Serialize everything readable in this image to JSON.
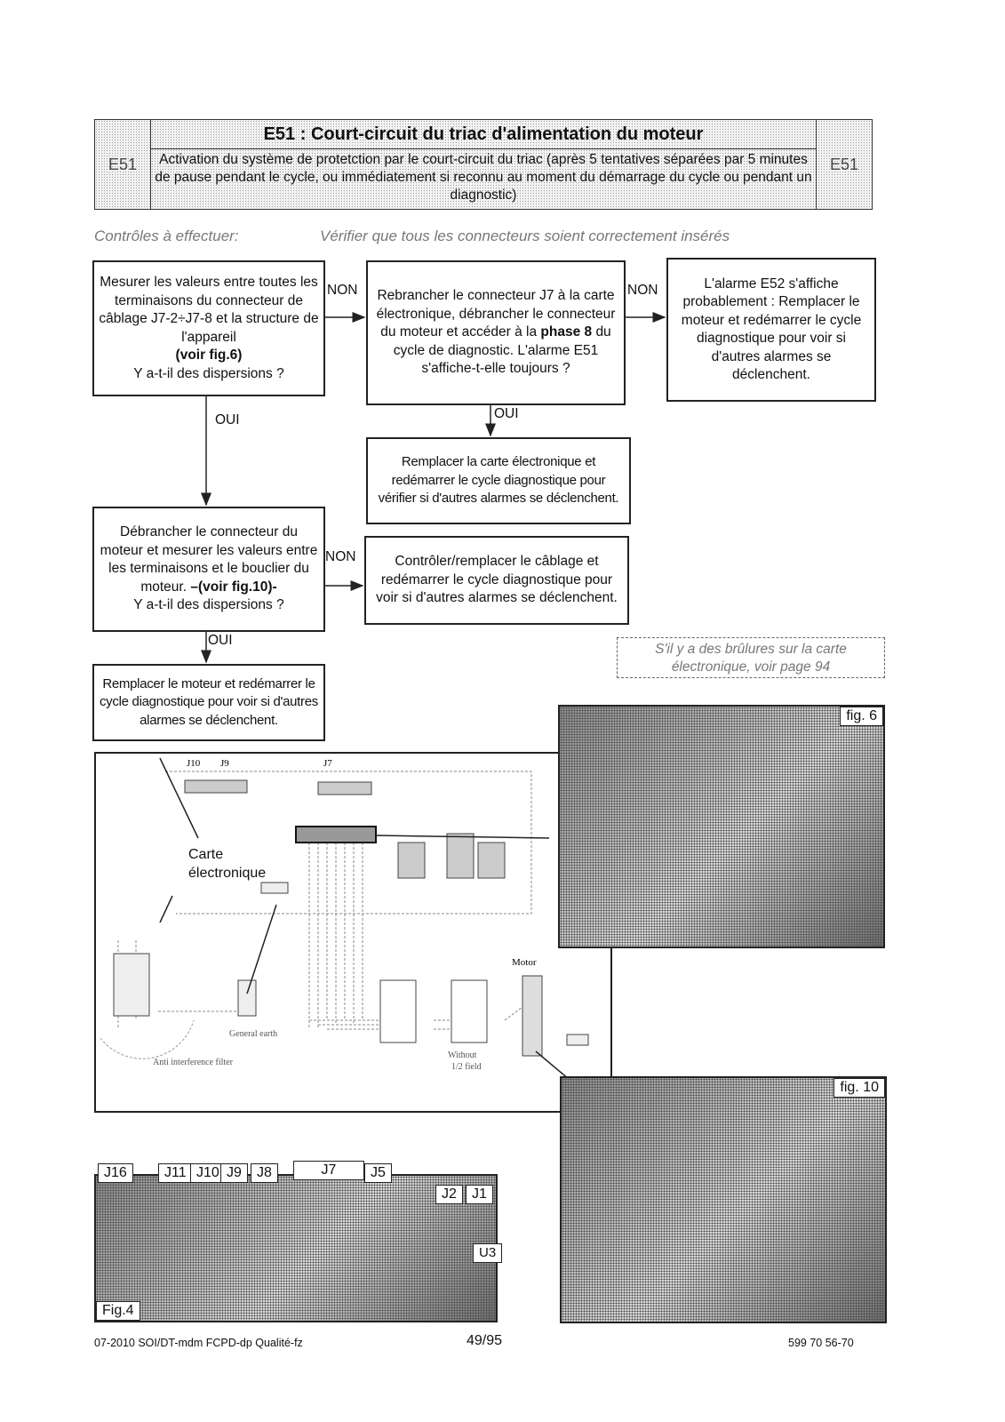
{
  "header": {
    "code_left": "E51",
    "code_right": "E51",
    "title": "E51 : Court-circuit du triac d'alimentation du moteur",
    "description": "Activation du système de protetction par le court-circuit du triac (après 5 tentatives séparées par 5 minutes de pause pendant le cycle, ou immédiatement si reconnu au moment du démarrage du cycle ou pendant un diagnostic)"
  },
  "checks": {
    "label": "Contrôles à effectuer:",
    "instruction": "Vérifier que tous les connecteurs soient correctement insérés"
  },
  "flow": {
    "box1": {
      "text": "Mesurer les valeurs entre toutes les terminaisons du connecteur de câblage J7-2÷J7-8 et la structure de l'appareil",
      "bold": "(voir fig.6)",
      "question": "Y a-t-il des dispersions ?"
    },
    "box2": {
      "pre": "Rebrancher le connecteur J7 à la carte électronique, débrancher le connecteur du moteur et accéder à la",
      "bold": "phase 8",
      "post": "du cycle de diagnostic. L'alarme E51 s'affiche-t-elle toujours ?"
    },
    "box3": "L'alarme E52 s'affiche probablement : Remplacer le moteur et redémarrer le cycle diagnostique pour voir si d'autres alarmes se déclenchent.",
    "box4": "Remplacer la carte électronique et redémarrer le cycle diagnostique pour vérifier si d'autres alarmes se déclenchent.",
    "box5": {
      "pre": "Débrancher le connecteur du moteur et mesurer les valeurs entre les terminaisons et le bouclier du moteur.",
      "bold": "–(voir fig.10)-",
      "question": "Y a-t-il des dispersions ?"
    },
    "box6": "Contrôler/remplacer le câblage et redémarrer le cycle diagnostique pour voir si d'autres alarmes se déclenchent.",
    "box7": "Remplacer le moteur et redémarrer le cycle diagnostique pour voir si d'autres alarmes se déclenchent.",
    "non": "NON",
    "oui": "OUI"
  },
  "note": "S'il y a des brûlures sur la carte électronique, voir page 94",
  "diagram": {
    "board_label": "Carte électronique",
    "j10": "J10",
    "j9": "J9",
    "j7": "J7",
    "motor": "Motor",
    "general_earth": "General earth",
    "filter": "Anti interference filter",
    "without": "Without",
    "field": "1/2 field"
  },
  "figures": {
    "fig6": "fig. 6",
    "fig10": "fig. 10",
    "fig4": "Fig.4",
    "connectors": [
      "J16",
      "J11",
      "J10",
      "J9",
      "J8",
      "J7",
      "J5",
      "J2",
      "J1",
      "U3"
    ]
  },
  "footer": {
    "left": "07-2010 SOI/DT-mdm FCPD-dp Qualité-fz",
    "page": "49/95",
    "right": "599 70 56-70"
  }
}
